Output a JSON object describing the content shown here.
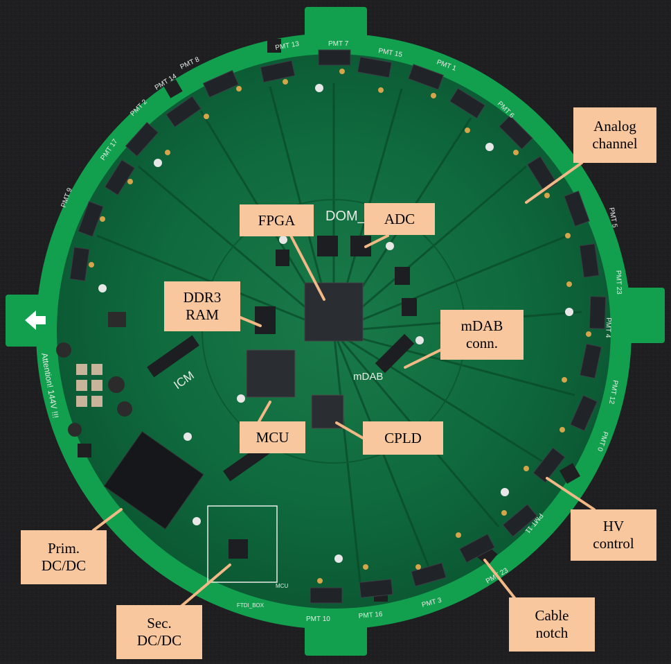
{
  "image": {
    "subject": "circular-green-pcb-mainboard",
    "background": "#1f1f22",
    "board_color": "#0f6a3e",
    "rim_color": "#12a04f",
    "annotation_color": "#f8c79e",
    "leader_color": "#f2b987"
  },
  "board": {
    "silkscreen": {
      "title": "DOM_mb",
      "mdab": "mDAB",
      "icm": "ICM",
      "attention": "Attention! 144V !!!",
      "ftdi": "FTDI_BOX",
      "mcu": "MCU"
    },
    "pmt_tabs": [
      "PMT 7",
      "PMT 13",
      "PMT 8",
      "PMT 14",
      "PMT 2",
      "PMT 1",
      "PMT 15",
      "PMT 6",
      "PMT 5",
      "PMT 23",
      "PMT 4",
      "PMT 12",
      "PMT 0",
      "PMT 11",
      "PMT 23",
      "PMT 3",
      "PMT 16",
      "PMT 10",
      "PMT 9",
      "PMT 17"
    ]
  },
  "labels": {
    "analog_channel": "Analog\nchannel",
    "fpga": "FPGA",
    "adc": "ADC",
    "ddr3_ram": "DDR3\nRAM",
    "mdab_conn": "mDAB\nconn.",
    "mcu": "MCU",
    "cpld": "CPLD",
    "hv_control": "HV\ncontrol",
    "prim_dcdc": "Prim.\nDC/DC",
    "sec_dcdc": "Sec.\nDC/DC",
    "cable_notch": "Cable\nnotch"
  }
}
